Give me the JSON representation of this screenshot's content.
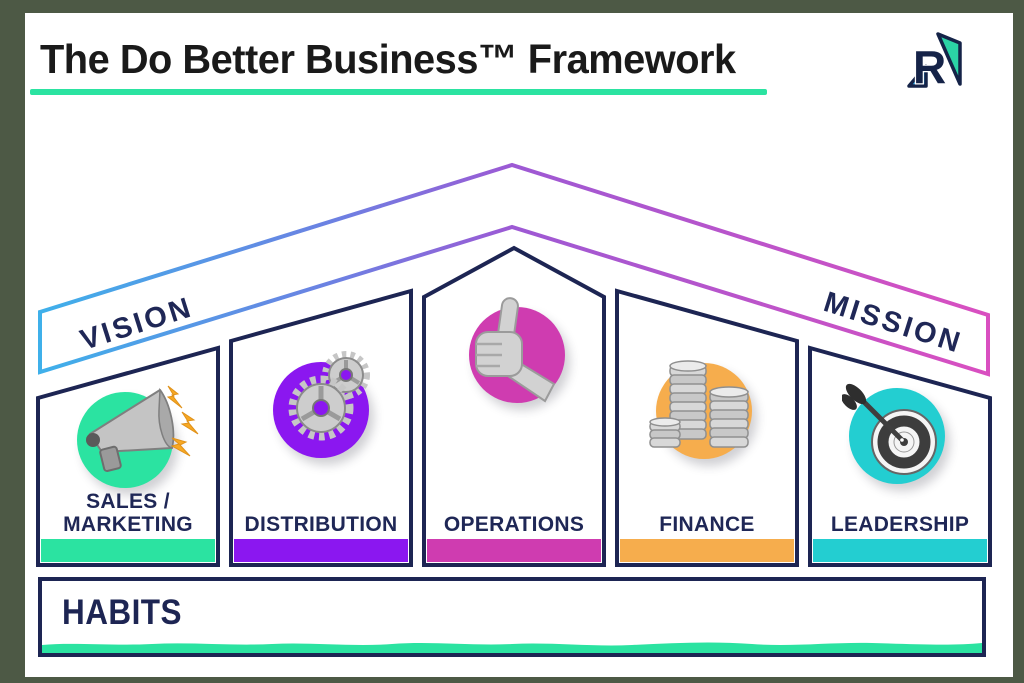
{
  "header": {
    "title": "The Do Better Business™ Framework"
  },
  "logo": {
    "letter": "R"
  },
  "roof": {
    "left_label": "VISION",
    "right_label": "MISSION",
    "gradient": {
      "start": "#3fb0ea",
      "mid": "#9d59d4",
      "end": "#d94fc0"
    }
  },
  "pillars": [
    {
      "label": "SALES / MARKETING",
      "lines": [
        "SALES /",
        "MARKETING"
      ],
      "color": "#2be3a1",
      "icon": "megaphone-icon"
    },
    {
      "label": "DISTRIBUTION",
      "lines": [
        "DISTRIBUTION"
      ],
      "color": "#8b17f0",
      "icon": "gears-icon"
    },
    {
      "label": "OPERATIONS",
      "lines": [
        "OPERATIONS"
      ],
      "color": "#cf3cb0",
      "icon": "thumbs-up-icon"
    },
    {
      "label": "FINANCE",
      "lines": [
        "FINANCE"
      ],
      "color": "#f6ad4d",
      "icon": "coins-icon"
    },
    {
      "label": "LEADERSHIP",
      "lines": [
        "LEADERSHIP"
      ],
      "color": "#23ced1",
      "icon": "dart-target-icon"
    }
  ],
  "foundation": {
    "label": "HABITS",
    "color": "#2be3a1"
  },
  "accent": {
    "underline": "#2be3a1",
    "navy": "#1d2553",
    "bolt_orange": "#f7a823",
    "logo_teal": "#2bd3a6",
    "logo_blue": "#2aa9e8"
  }
}
